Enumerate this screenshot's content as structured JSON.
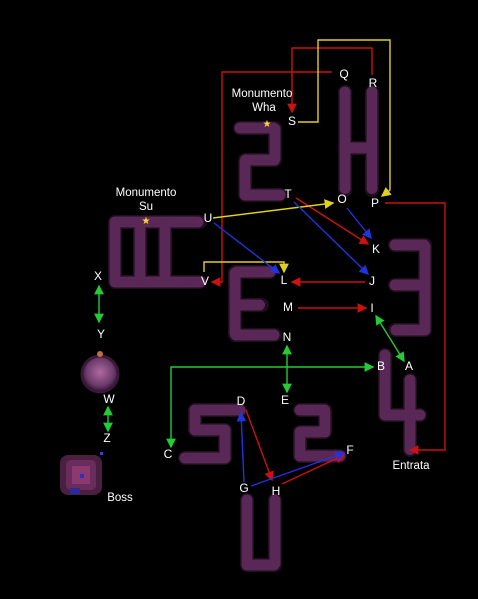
{
  "nodes": {
    "A": "A",
    "B": "B",
    "C": "C",
    "D": "D",
    "E": "E",
    "F": "F",
    "G": "G",
    "H": "H",
    "I": "I",
    "J": "J",
    "K": "K",
    "L": "L",
    "M": "M",
    "N": "N",
    "O": "O",
    "P": "P",
    "Q": "Q",
    "R": "R",
    "S": "S",
    "T": "T",
    "U": "U",
    "V": "V",
    "W": "W",
    "X": "X",
    "Y": "Y",
    "Z": "Z"
  },
  "labels": {
    "entrance": "Entrata",
    "boss": "Boss",
    "monument_wha_line1": "Monumento",
    "monument_wha_line2": "Wha",
    "monument_su_line1": "Monumento",
    "monument_su_line2": "Su"
  },
  "colors": {
    "background": "#000000",
    "red_connection": "#cc1111",
    "yellow_connection": "#e0d020",
    "blue_connection": "#2233dd",
    "green_connection": "#22cc33",
    "wall": "#5e2a5a",
    "monument_star": "#ffd23a"
  },
  "icons": {
    "monument": "star-icon",
    "orb": "orb-icon",
    "boss": "boss-sprite-icon"
  }
}
